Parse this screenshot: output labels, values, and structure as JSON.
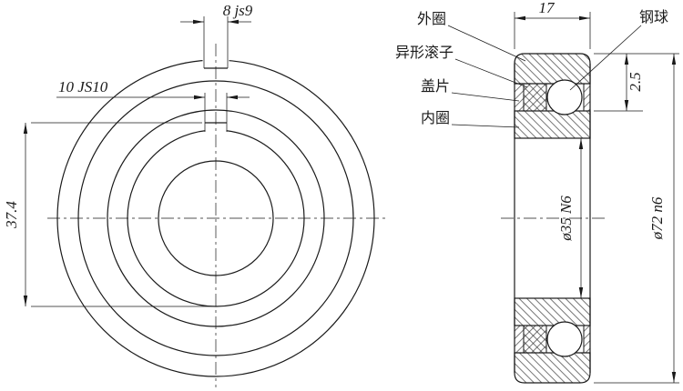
{
  "part_labels": {
    "outer_ring": "外圈",
    "profiled_roller": "异形滚子",
    "cover_plate": "盖片",
    "inner_ring": "内圈",
    "steel_ball": "钢球"
  },
  "dimensions": {
    "outer_keyway_width": "8 js9",
    "bore_keyway_width": "10 JS10",
    "keyway_to_bore": "37.4",
    "bearing_width": "17",
    "cover_offset": "2.5",
    "bore_diameter": "ø35 N6",
    "outside_diameter": "ø72 n6"
  },
  "colors": {
    "line": "#1a1a1a",
    "background": "#ffffff"
  }
}
